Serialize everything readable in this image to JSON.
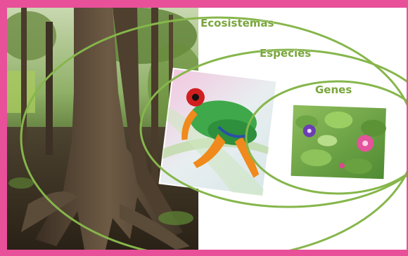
{
  "diagram": {
    "levels": [
      {
        "label": "Ecosistemas"
      },
      {
        "label": "Especies"
      },
      {
        "label": "Genes"
      }
    ],
    "colors": {
      "frame": "#e8509a",
      "ellipse_stroke": "#86b64b",
      "label_fill": "#7aa63d",
      "background": "#ffffff"
    },
    "images": {
      "ecosystem_photo": "forest-trees-roots",
      "species_photo": "red-eyed-tree-frog",
      "genes_photo": "morning-glory-flowers"
    }
  }
}
